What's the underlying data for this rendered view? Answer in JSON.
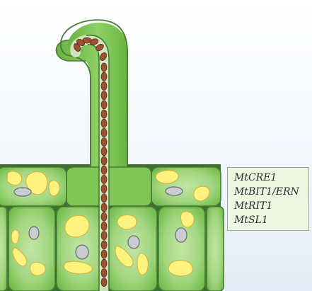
{
  "legend": {
    "items": [
      "MtCRE1",
      "MtBIT1/ERN",
      "MtRIT1",
      "MtSL1"
    ]
  },
  "colors": {
    "sky_top": "#ffffff",
    "sky_bottom": "#e2ecf6",
    "cell_fill": "#72c04a",
    "cell_fill_light": "#bfe4a2",
    "cell_outline": "#4a7a37",
    "vacuole": "#fff27f",
    "vacuole_edge": "#cfb845",
    "nucleus": "#c9ccd0",
    "bead": "#9b5232",
    "legend_background": "#eef6e2",
    "legend_border": "#9da895"
  }
}
